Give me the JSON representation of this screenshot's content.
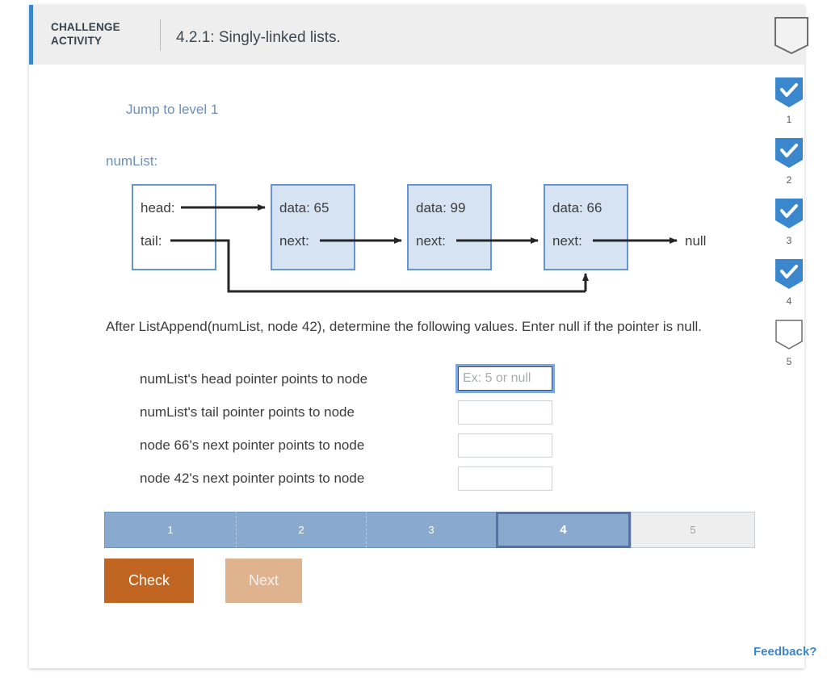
{
  "header": {
    "activity_label": "CHALLENGE ACTIVITY",
    "activity_label_line1": "CHALLENGE",
    "activity_label_line2": "ACTIVITY",
    "title": "4.2.1: Singly-linked lists.",
    "badge_icon": "empty-shield-badge-icon",
    "accent_color": "#3b87cd",
    "background_color": "#eeeeee"
  },
  "body": {
    "jump_link": "Jump to level 1",
    "list_label": "numList:",
    "link_color": "#6e8fb5"
  },
  "diagram": {
    "type": "singly-linked-list",
    "pointer_box": {
      "head_label": "head:",
      "tail_label": "tail:"
    },
    "nodes": [
      {
        "data_label": "data: 65",
        "next_label": "next:"
      },
      {
        "data_label": "data: 99",
        "next_label": "next:"
      },
      {
        "data_label": "data: 66",
        "next_label": "next:"
      }
    ],
    "terminator": "null",
    "node_fill": "#d6e3f3",
    "node_border": "#6694d6",
    "arrow_color": "#262626",
    "edges": [
      {
        "from": "head",
        "to": "node 65"
      },
      {
        "from": "node 65 next",
        "to": "node 99"
      },
      {
        "from": "node 99 next",
        "to": "node 66"
      },
      {
        "from": "node 66 next",
        "to": "null"
      },
      {
        "from": "tail",
        "to": "node 66"
      }
    ]
  },
  "question": {
    "prompt": "After ListAppend(numList, node 42), determine the following values. Enter null if the pointer is null.",
    "rows": [
      {
        "label": "numList's head pointer points to node",
        "value": "",
        "placeholder": "Ex: 5 or null",
        "focused": true
      },
      {
        "label": "numList's tail pointer points to node",
        "value": "",
        "placeholder": "",
        "focused": false
      },
      {
        "label": "node 66's next pointer points to node",
        "value": "",
        "placeholder": "",
        "focused": false
      },
      {
        "label": "node 42's next pointer points to node",
        "value": "",
        "placeholder": "",
        "focused": false
      }
    ]
  },
  "progress": {
    "segments": [
      {
        "label": "1",
        "state": "done"
      },
      {
        "label": "2",
        "state": "done"
      },
      {
        "label": "3",
        "state": "done"
      },
      {
        "label": "4",
        "state": "current"
      },
      {
        "label": "5",
        "state": "todo"
      }
    ],
    "done_color": "#8aa9ce",
    "current_border_color": "#5672a0",
    "todo_color": "#eeeeee"
  },
  "buttons": {
    "check": "Check",
    "next": "Next",
    "check_color": "#c06522",
    "next_color": "#e0b38f"
  },
  "footer": {
    "feedback": "Feedback?",
    "feedback_color": "#3b87cd"
  },
  "rail": {
    "items": [
      {
        "number": "1",
        "state": "checked",
        "icon": "check-badge-icon"
      },
      {
        "number": "2",
        "state": "checked",
        "icon": "check-badge-icon"
      },
      {
        "number": "3",
        "state": "checked",
        "icon": "check-badge-icon"
      },
      {
        "number": "4",
        "state": "checked",
        "icon": "check-badge-icon"
      },
      {
        "number": "5",
        "state": "empty",
        "icon": "empty-badge-icon"
      }
    ],
    "checked_color": "#3b87cd"
  }
}
